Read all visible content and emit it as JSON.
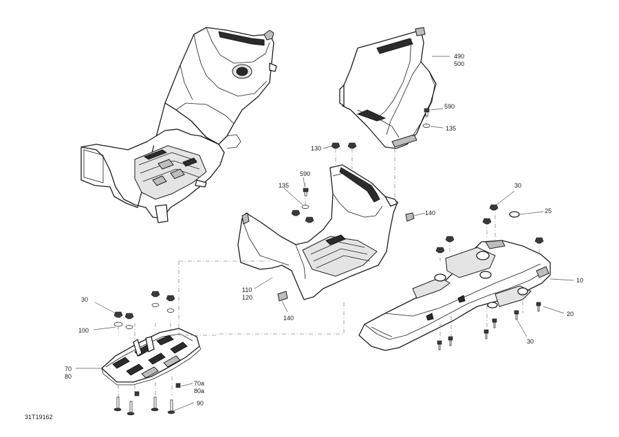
{
  "diagram": {
    "reference_code": "31T19162",
    "callouts": [
      {
        "id": "c490",
        "text": "490"
      },
      {
        "id": "c500",
        "text": "500"
      },
      {
        "id": "c590a",
        "text": "590"
      },
      {
        "id": "c135a",
        "text": "135"
      },
      {
        "id": "c130",
        "text": "130"
      },
      {
        "id": "c590b",
        "text": "590"
      },
      {
        "id": "c135b",
        "text": "135"
      },
      {
        "id": "c140a",
        "text": "140"
      },
      {
        "id": "c30a",
        "text": "30"
      },
      {
        "id": "c25",
        "text": "25"
      },
      {
        "id": "c10",
        "text": "10"
      },
      {
        "id": "c110",
        "text": "110"
      },
      {
        "id": "c120",
        "text": "120"
      },
      {
        "id": "c140b",
        "text": "140"
      },
      {
        "id": "c20",
        "text": "20"
      },
      {
        "id": "c30b",
        "text": "30"
      },
      {
        "id": "c30c",
        "text": "30"
      },
      {
        "id": "c100",
        "text": "100"
      },
      {
        "id": "c70",
        "text": "70"
      },
      {
        "id": "c80",
        "text": "80"
      },
      {
        "id": "c70a",
        "text": "70a"
      },
      {
        "id": "c80a",
        "text": "80a"
      },
      {
        "id": "c90",
        "text": "90"
      }
    ]
  }
}
